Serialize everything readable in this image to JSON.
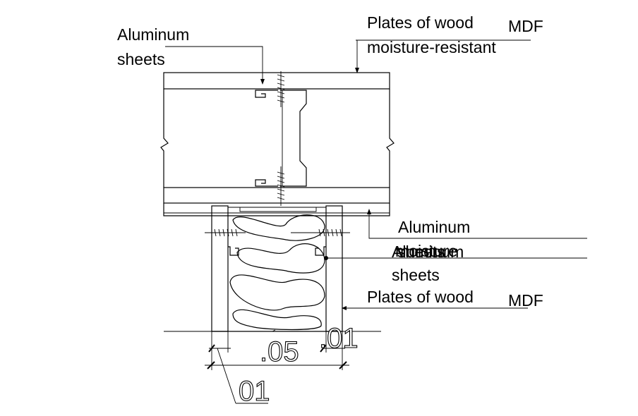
{
  "labels": {
    "top_right_line1": "Plates of wood",
    "top_right_mdf": "MDF",
    "top_right_line2": "moisture-resistant",
    "top_left_line1": "Aluminum",
    "top_left_line2": "sheets",
    "right_alu_1": "Aluminum",
    "right_overlap_a": "Aluminum",
    "right_overlap_b": "sheets",
    "right_overlap_c": "moisture",
    "right_sheets_2": "sheets",
    "bottom_right_line1": "Plates of wood",
    "bottom_right_mdf": "MDF"
  },
  "dimensions": {
    "dim_05": ".05",
    "dim_01_right": ".01",
    "dim_01_bottom": "01"
  }
}
